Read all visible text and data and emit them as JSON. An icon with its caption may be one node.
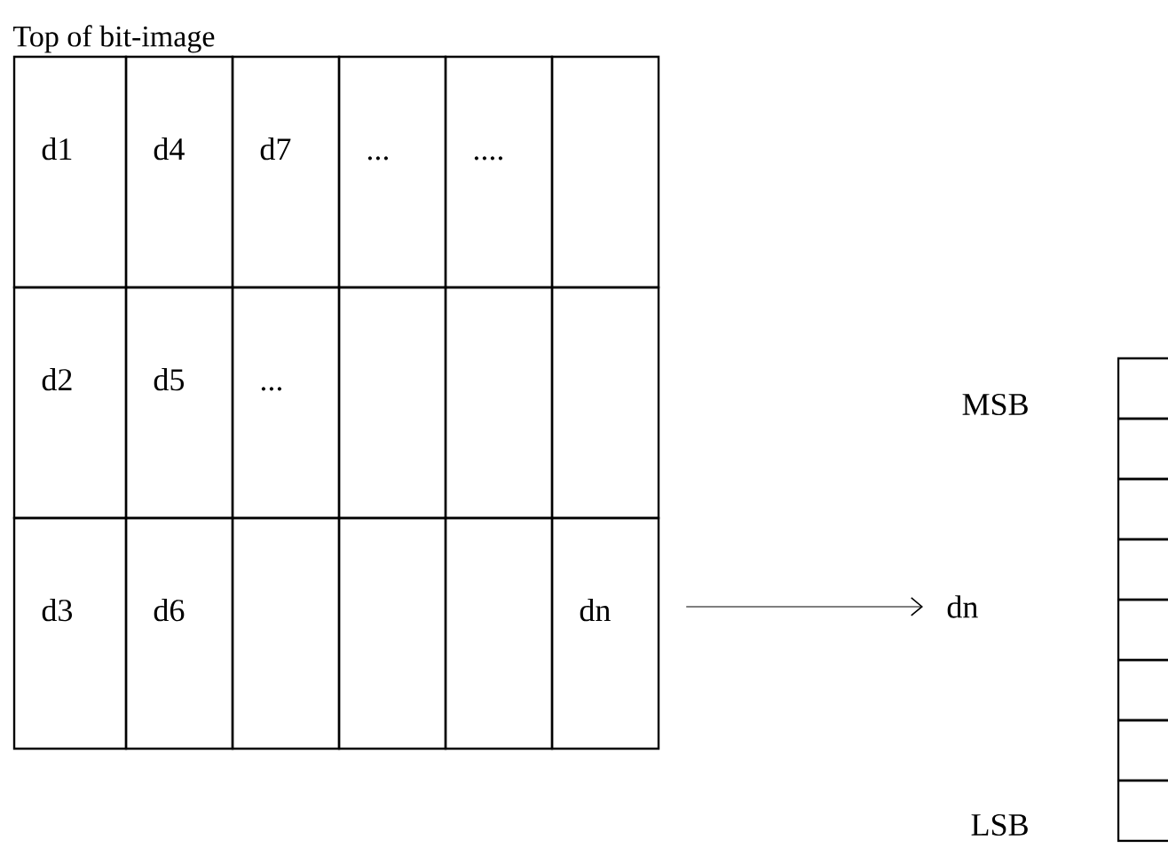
{
  "diagram": {
    "title": "Top of bit-image",
    "nodes": [
      {
        "text": [
          "d1"
        ]
      },
      {
        "text": [
          "d4"
        ]
      },
      {
        "text": [
          "d7"
        ]
      },
      {
        "text": [
          "..."
        ]
      },
      {
        "text": [
          "...."
        ]
      },
      {
        "text": [],
        "shape": "box"
      },
      {
        "text": [
          "d2"
        ]
      },
      {
        "text": [
          "d5"
        ]
      },
      {
        "text": [
          "..."
        ]
      },
      {
        "text": [],
        "shape": "box"
      },
      {
        "text": [],
        "shape": "box"
      },
      {
        "text": [],
        "shape": "box"
      },
      {
        "text": [
          "d3"
        ]
      },
      {
        "text": [
          "d6"
        ]
      },
      {
        "text": [],
        "shape": "box"
      },
      {
        "text": [],
        "shape": "box"
      },
      {
        "text": [],
        "shape": "box"
      },
      {
        "text": [
          "dn"
        ]
      },
      {
        "text": [
          "dn"
        ]
      },
      {
        "text": [],
        "shape": "box"
      },
      {
        "text": [],
        "shape": "box"
      },
      {
        "text": [],
        "shape": "box"
      },
      {
        "text": [],
        "shape": "box"
      },
      {
        "text": [],
        "shape": "box"
      },
      {
        "text": [],
        "shape": "box"
      },
      {
        "text": [],
        "shape": "box"
      },
      {
        "text": [],
        "shape": "box"
      }
    ],
    "edges": [
      {
        "from": 17,
        "to": 18,
        "arrow": "to"
      }
    ],
    "labels": [
      "MSB",
      "LSB"
    ]
  }
}
